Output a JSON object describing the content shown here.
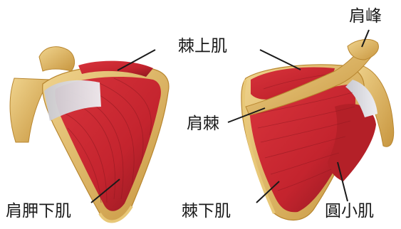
{
  "labels": {
    "supraspinatus": "棘上肌",
    "acromion": "肩峰",
    "scapular_spine": "肩棘",
    "subscapularis": "肩胛下肌",
    "infraspinatus": "棘下肌",
    "teres_minor": "圓小肌"
  },
  "colors": {
    "bone": "#e2bf72",
    "bone_shadow": "#c8963f",
    "muscle": "#cc2b34",
    "muscle_dark": "#8e1820",
    "tendon": "#d6d6dc",
    "leader_line": "#1a1a1a"
  }
}
